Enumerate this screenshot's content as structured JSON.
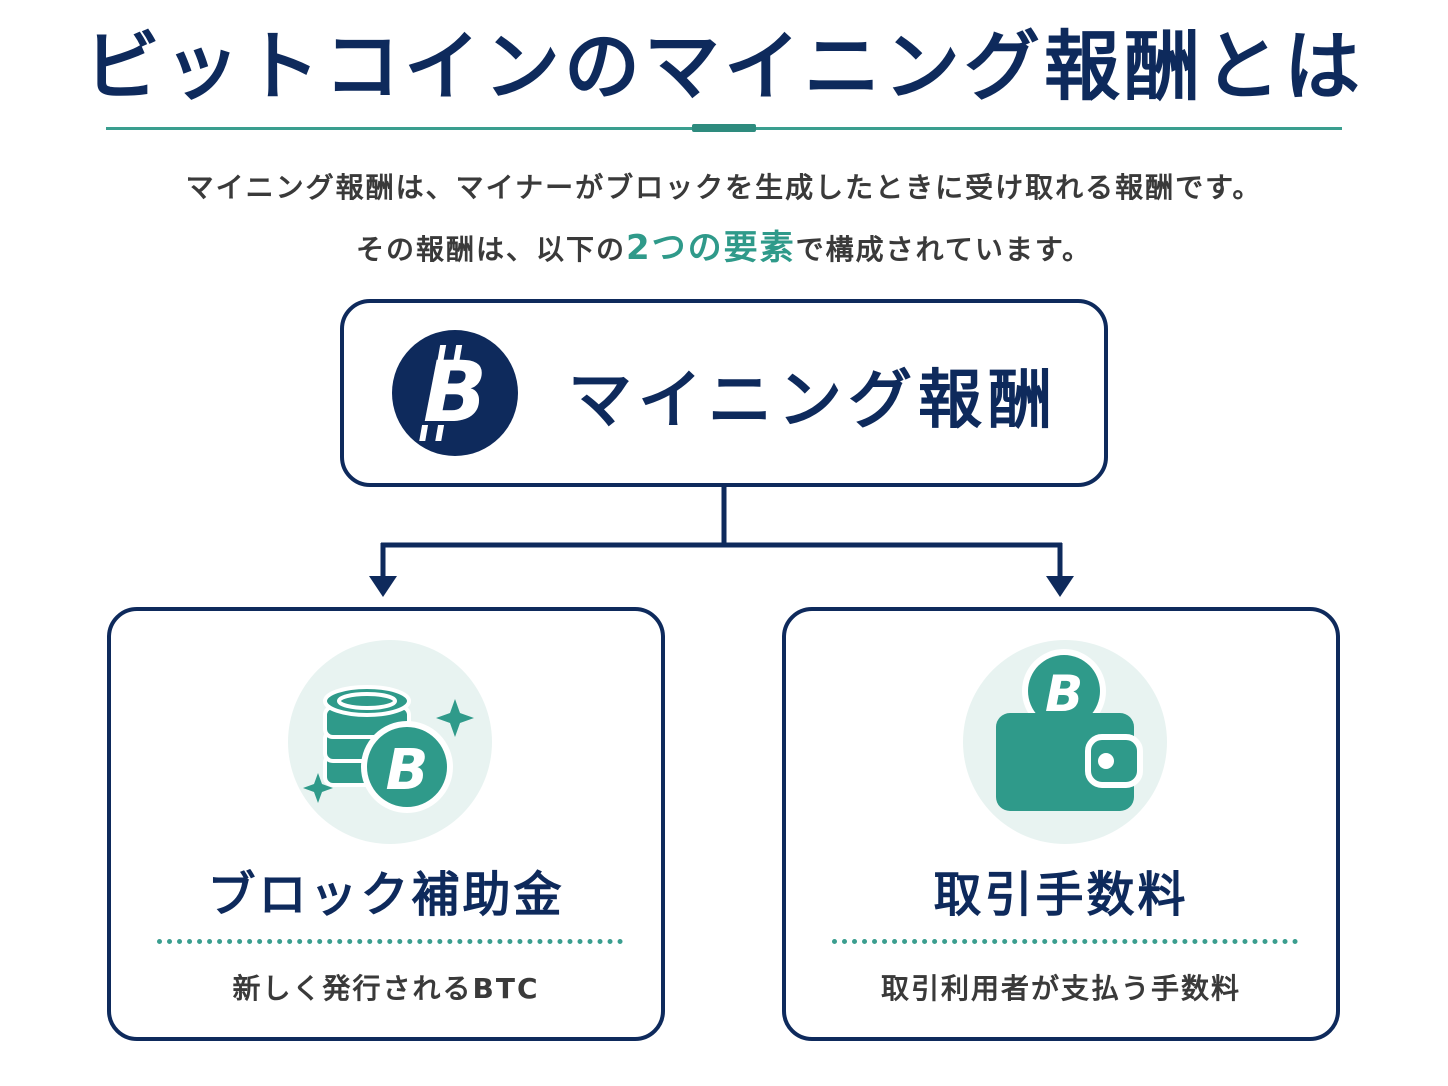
{
  "title": "ビットコインのマイニング報酬とは",
  "intro": {
    "line1": "マイニング報酬は、マイナーがブロックを生成したときに受け取れる報酬です。",
    "line2_before": "その報酬は、以下の",
    "line2_highlight": "2つの要素",
    "line2_after": "で構成されています。"
  },
  "root": {
    "label": "マイニング報酬",
    "icon": "bitcoin-icon"
  },
  "children": [
    {
      "title": "ブロック補助金",
      "description": "新しく発行されるBTC",
      "icon": "coin-stack-bitcoin-icon"
    },
    {
      "title": "取引手数料",
      "description": "取引利用者が支払う手数料",
      "icon": "wallet-bitcoin-icon"
    }
  ],
  "colors": {
    "navy": "#0e2a5c",
    "teal": "#2f9a8a",
    "teal_light_bg": "#e8f3f1",
    "text_gray": "#3a3a3a"
  }
}
